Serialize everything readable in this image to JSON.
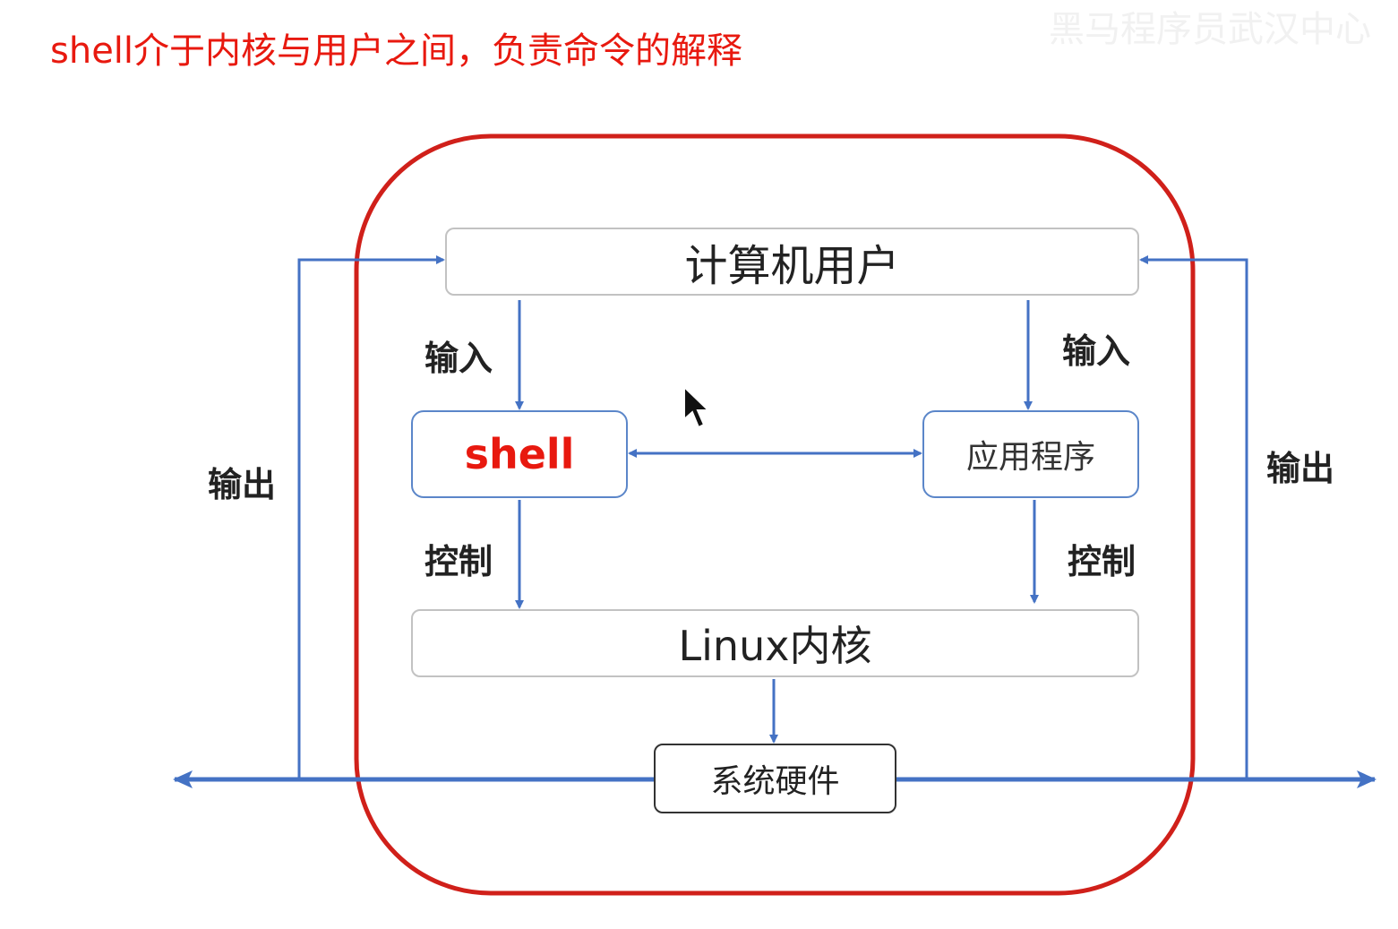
{
  "page_title": "shell介于内核与用户之间，负责命令的解释",
  "watermark": "黑马程序员武汉中心",
  "diagram": {
    "nodes": {
      "user": "计算机用户",
      "shell": "shell",
      "apps": "应用程序",
      "kernel": "Linux内核",
      "hardware": "系统硬件"
    },
    "edge_labels": {
      "input_left": "输入",
      "input_right": "输入",
      "control_left": "控制",
      "control_right": "控制",
      "output_left": "输出",
      "output_right": "输出"
    },
    "colors": {
      "frame": "#d0201a",
      "arrow": "#4472c4",
      "title": "#e8190f",
      "shell_text": "#e8190f"
    }
  }
}
